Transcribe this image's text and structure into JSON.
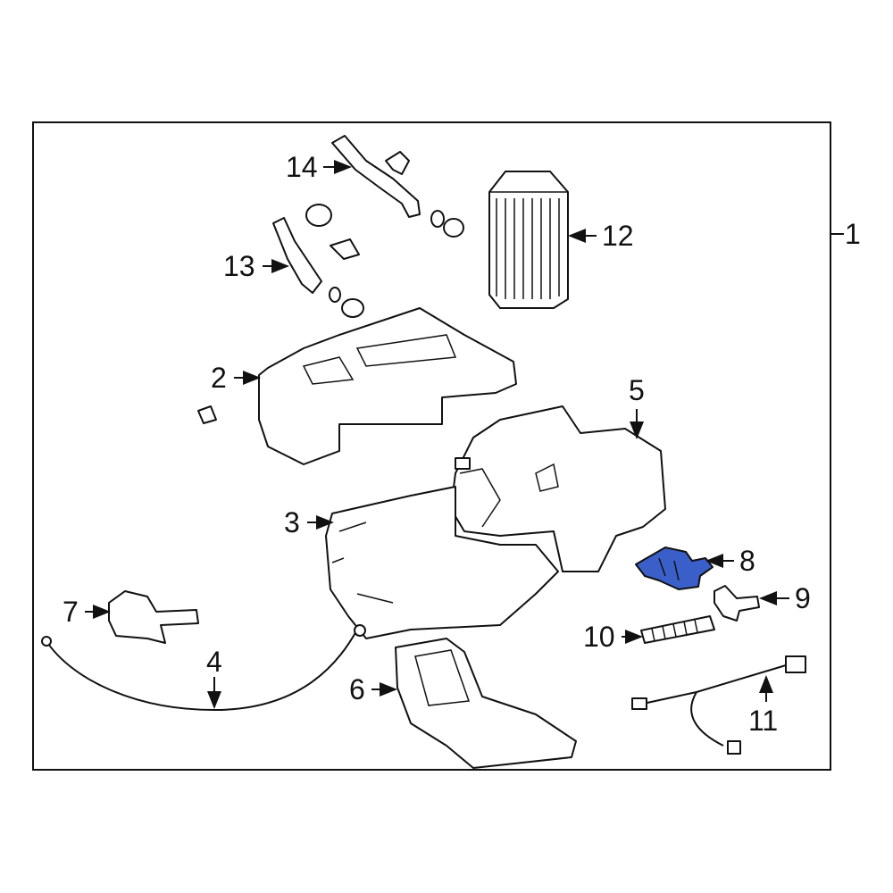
{
  "diagram": {
    "title": "Heater / A/C unit assembly parts diagram",
    "highlight_color": "#3a5fc8",
    "callouts": [
      {
        "id": "1",
        "label": "1"
      },
      {
        "id": "2",
        "label": "2"
      },
      {
        "id": "3",
        "label": "3"
      },
      {
        "id": "4",
        "label": "4"
      },
      {
        "id": "5",
        "label": "5"
      },
      {
        "id": "6",
        "label": "6"
      },
      {
        "id": "7",
        "label": "7"
      },
      {
        "id": "8",
        "label": "8"
      },
      {
        "id": "9",
        "label": "9"
      },
      {
        "id": "10",
        "label": "10"
      },
      {
        "id": "11",
        "label": "11"
      },
      {
        "id": "12",
        "label": "12"
      },
      {
        "id": "13",
        "label": "13"
      },
      {
        "id": "14",
        "label": "14"
      }
    ]
  }
}
